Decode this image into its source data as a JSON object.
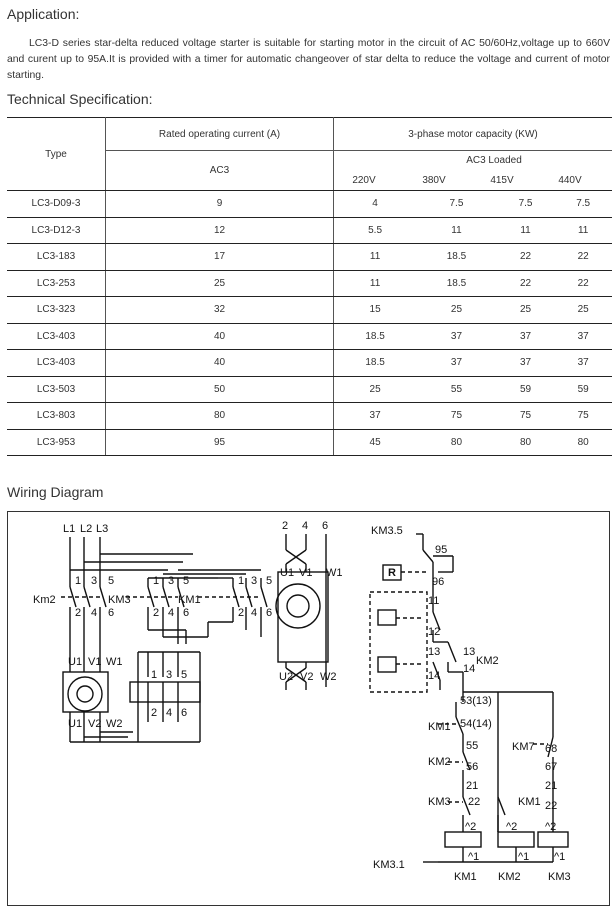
{
  "application": {
    "heading": "Application:",
    "text": "LC3-D series star-delta reduced voltage starter is suitable for starting motor in the circuit of AC 50/60Hz,voltage up to 660V and curent up to 95A.It is provided with a timer for automatic changeover of star delta to reduce the voltage and current of motor starting."
  },
  "spec": {
    "heading": "Technical Specification:",
    "type_header": "Type",
    "current_header": "Rated operating current (A)",
    "current_sub": "AC3",
    "motor_header": "3-phase motor capacity (KW)",
    "motor_sub": "AC3 Loaded",
    "voltages": [
      "220V",
      "380V",
      "415V",
      "440V"
    ],
    "rows": [
      [
        "LC3-D09-3",
        "9",
        "4",
        "7.5",
        "7.5",
        "7.5"
      ],
      [
        "LC3-D12-3",
        "12",
        "5.5",
        "11",
        "11",
        "11"
      ],
      [
        "LC3-183",
        "17",
        "11",
        "18.5",
        "22",
        "22"
      ],
      [
        "LC3-253",
        "25",
        "11",
        "18.5",
        "22",
        "22"
      ],
      [
        "LC3-323",
        "32",
        "15",
        "25",
        "25",
        "25"
      ],
      [
        "LC3-403",
        "40",
        "18.5",
        "37",
        "37",
        "37"
      ],
      [
        "LC3-403",
        "40",
        "18.5",
        "37",
        "37",
        "37"
      ],
      [
        "LC3-503",
        "50",
        "25",
        "55",
        "59",
        "59"
      ],
      [
        "LC3-803",
        "80",
        "37",
        "75",
        "75",
        "75"
      ],
      [
        "LC3-953",
        "95",
        "45",
        "80",
        "80",
        "80"
      ]
    ]
  },
  "wiring": {
    "heading": "Wiring Diagram",
    "labels": {
      "l1": "L1",
      "l2": "L2",
      "l3": "L3",
      "km2": "Km2",
      "km3": "KM3",
      "km1": "KM1",
      "n1": "1",
      "n3": "3",
      "n5": "5",
      "n2": "2",
      "n4": "4",
      "n6": "6",
      "u1": "U1",
      "v1": "V1",
      "w1": "W1",
      "u2": "U2",
      "v2": "V2",
      "w2": "W2",
      "km35": "KM3.5",
      "r": "R",
      "c95": "95",
      "c96": "96",
      "c11": "11",
      "c12": "12",
      "c13": "13",
      "c14": "14",
      "c53": "53(13)",
      "c54": "54(14)",
      "c55": "55",
      "c56": "56",
      "c21": "21",
      "c22": "22",
      "c68": "68",
      "c67": "67",
      "km7": "KM7",
      "a2": "^2",
      "a1": "^1",
      "km2b": "KM2",
      "km3b": "KM3",
      "km31": "KM3.1"
    }
  }
}
